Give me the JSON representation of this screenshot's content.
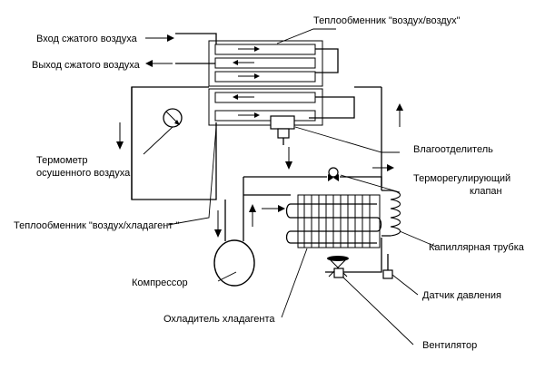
{
  "labels": {
    "air_air_hx": "Теплообменник \"воздух/воздух\"",
    "air_in": "Вход сжатого воздуха",
    "air_out": "Выход сжатого воздуха",
    "separator": "Влагоотделитель",
    "thermometer_line1": "Термометр",
    "thermometer_line2": "осушенного воздуха",
    "valve_line1": "Терморегулирующий",
    "valve_line2": "клапан",
    "air_ref_hx": "Теплообменник \"воздух/хладагент \"",
    "capillary": "Капиллярная трубка",
    "compressor": "Компрессор",
    "pressure_sensor": "Датчик давления",
    "condenser": "Охладитель хладагента",
    "fan": "Вентилятор"
  }
}
